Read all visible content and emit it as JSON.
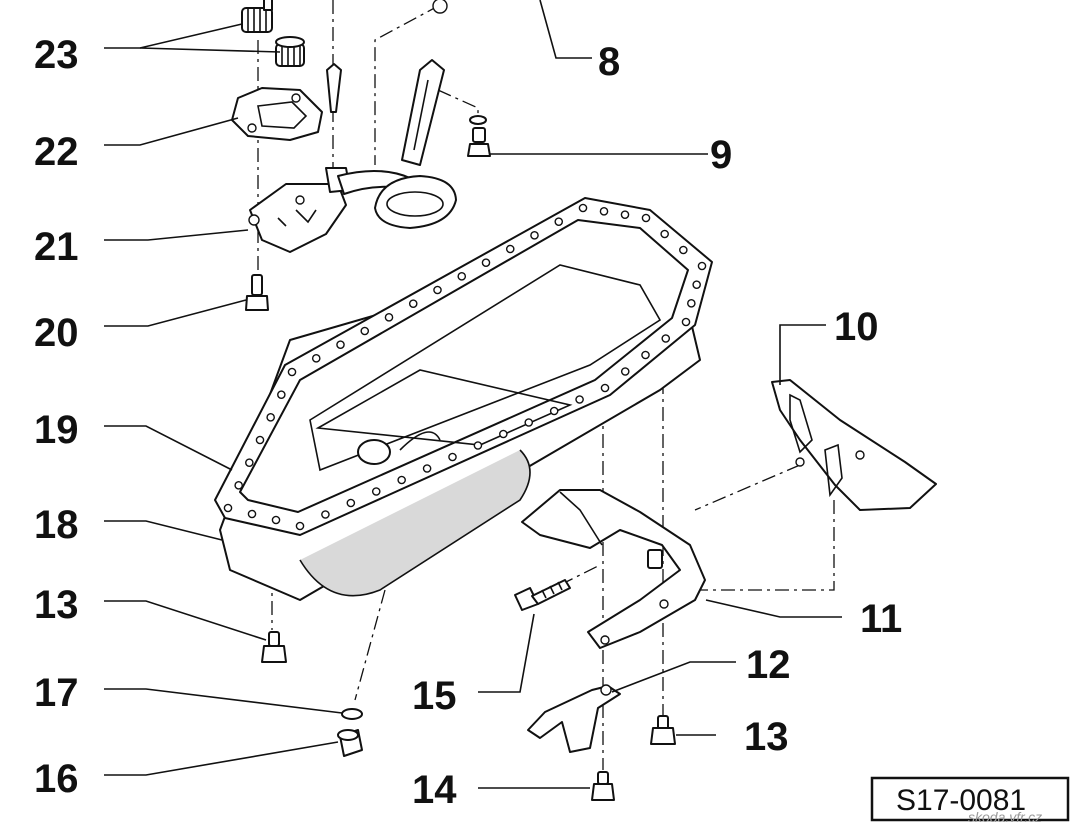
{
  "callouts": {
    "c8": "8",
    "c9": "9",
    "c10": "10",
    "c11": "11",
    "c12": "12",
    "c13a": "13",
    "c13b": "13",
    "c14": "14",
    "c15": "15",
    "c16": "16",
    "c17": "17",
    "c18": "18",
    "c19": "19",
    "c20": "20",
    "c21": "21",
    "c22": "22",
    "c23": "23"
  },
  "reference": "S17-0081",
  "watermark": "skoda.vfr.cz"
}
